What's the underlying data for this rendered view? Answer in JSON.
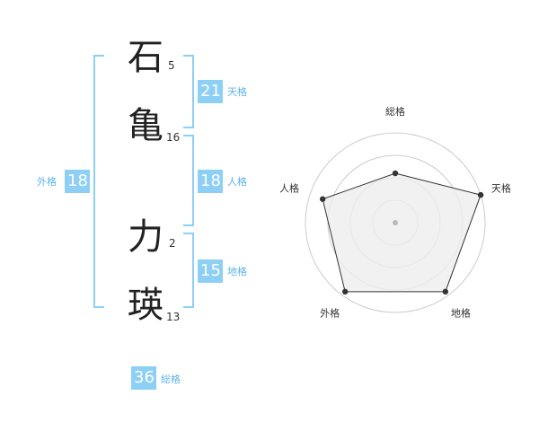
{
  "name": {
    "characters": [
      {
        "char": "石",
        "strokes": "5"
      },
      {
        "char": "亀",
        "strokes": "16"
      },
      {
        "char": "力",
        "strokes": "2"
      },
      {
        "char": "瑛",
        "strokes": "13"
      }
    ]
  },
  "fortune": {
    "tenkaku": {
      "value": "21",
      "label": "天格"
    },
    "jinkaku": {
      "value": "18",
      "label": "人格"
    },
    "chikaku": {
      "value": "15",
      "label": "地格"
    },
    "gaikaku": {
      "value": "18",
      "label": "外格"
    },
    "soukaku": {
      "value": "36",
      "label": "総格"
    }
  },
  "chart_data": {
    "type": "radar",
    "axes": [
      "総格",
      "天格",
      "地格",
      "外格",
      "人格"
    ],
    "values": [
      0.55,
      1.0,
      0.95,
      0.95,
      0.85
    ],
    "rings": 4,
    "colors": {
      "fill": "#eeeeee",
      "line": "#333333",
      "ring": "#cccccc"
    }
  }
}
